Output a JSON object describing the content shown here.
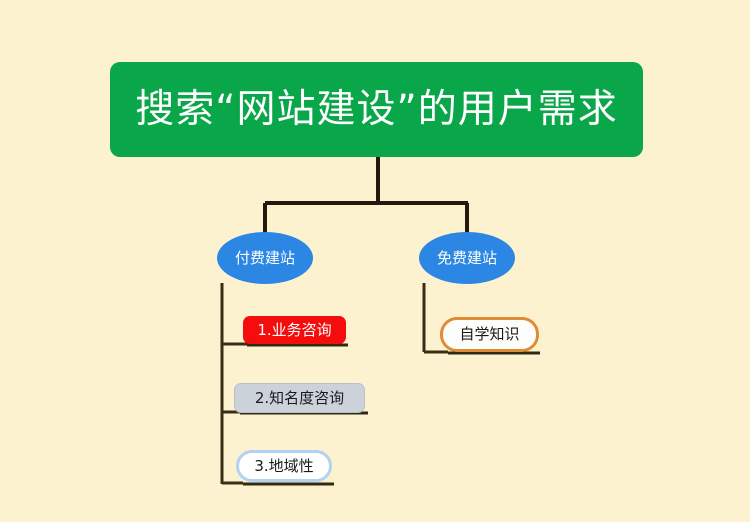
{
  "diagram": {
    "type": "mind-map",
    "background_color": "#fdf2cf",
    "root": {
      "label": "搜索“网站建设”的用户需求",
      "fill_color": "#0aa64a",
      "text_color": "#ffffff"
    },
    "branches": [
      {
        "id": "paid",
        "label": "付费建站",
        "shape": "ellipse",
        "fill_color": "#2b87e3",
        "text_color": "#ffffff",
        "children": [
          {
            "id": "business",
            "label": "1.业务咨询",
            "fill_color": "#f50c0c",
            "text_color": "#ffffff",
            "border_color": "#f50c0c"
          },
          {
            "id": "reputation",
            "label": "2.知名度咨询",
            "fill_color": "#ccd2da",
            "text_color": "#1b1b1b",
            "border_color": "#b9c0c9"
          },
          {
            "id": "region",
            "label": "3.地域性",
            "fill_color": "#ffffff",
            "text_color": "#1b1b1b",
            "border_color": "#b3d1f2"
          }
        ]
      },
      {
        "id": "free",
        "label": "免费建站",
        "shape": "ellipse",
        "fill_color": "#2b87e3",
        "text_color": "#ffffff",
        "children": [
          {
            "id": "selfstudy",
            "label": "自学知识",
            "fill_color": "#fdfdfb",
            "text_color": "#1b1b1b",
            "border_color": "#e08b36"
          }
        ]
      }
    ],
    "connector_color": "#231a0d"
  }
}
